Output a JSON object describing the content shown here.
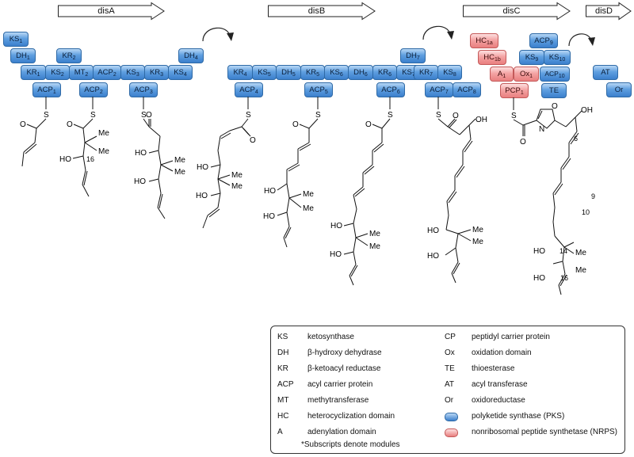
{
  "genes": [
    {
      "id": "disA",
      "label": "disA"
    },
    {
      "id": "disB",
      "label": "disB"
    },
    {
      "id": "disC",
      "label": "disC"
    },
    {
      "id": "disD",
      "label": "disD"
    }
  ],
  "domains": {
    "ks1": {
      "base": "KS",
      "sub": "1"
    },
    "dh1": {
      "base": "DH",
      "sub": "1"
    },
    "kr1": {
      "base": "KR",
      "sub": "1"
    },
    "ks2": {
      "base": "KS",
      "sub": "2"
    },
    "kr2": {
      "base": "KR",
      "sub": "2"
    },
    "mt2": {
      "base": "MT",
      "sub": "2"
    },
    "acp1": {
      "base": "ACP",
      "sub": "1"
    },
    "acp2a": {
      "base": "ACP",
      "sub": "2"
    },
    "ks3": {
      "base": "KS",
      "sub": "3"
    },
    "acp2b": {
      "base": "ACP",
      "sub": "2"
    },
    "kr3": {
      "base": "KR",
      "sub": "3"
    },
    "ks4": {
      "base": "KS",
      "sub": "4"
    },
    "dh4": {
      "base": "DH",
      "sub": "4"
    },
    "acp3": {
      "base": "ACP",
      "sub": "3"
    },
    "kr4": {
      "base": "KR",
      "sub": "4"
    },
    "ks5": {
      "base": "KS",
      "sub": "5"
    },
    "dh5": {
      "base": "DH",
      "sub": "5"
    },
    "kr5": {
      "base": "KR",
      "sub": "5"
    },
    "ks6": {
      "base": "KS",
      "sub": "6"
    },
    "dh6": {
      "base": "DH",
      "sub": "6"
    },
    "kr6": {
      "base": "KR",
      "sub": "6"
    },
    "ks7": {
      "base": "KS",
      "sub": "7"
    },
    "dh7": {
      "base": "DH",
      "sub": "7"
    },
    "kr7": {
      "base": "KR",
      "sub": "7"
    },
    "ks8": {
      "base": "KS",
      "sub": "8"
    },
    "acp4": {
      "base": "ACP",
      "sub": "4"
    },
    "acp5": {
      "base": "ACP",
      "sub": "5"
    },
    "acp6": {
      "base": "ACP",
      "sub": "6"
    },
    "acp7": {
      "base": "ACP",
      "sub": "7"
    },
    "acp8": {
      "base": "ACP",
      "sub": "8"
    },
    "hc1a": {
      "base": "HC",
      "sub": "1a"
    },
    "hc1b": {
      "base": "HC",
      "sub": "1b"
    },
    "a1": {
      "base": "A",
      "sub": "1"
    },
    "ox1": {
      "base": "Ox",
      "sub": "1"
    },
    "pcp1": {
      "base": "PCP",
      "sub": "1"
    },
    "acp9": {
      "base": "ACP",
      "sub": "9"
    },
    "ks9": {
      "base": "KS",
      "sub": "9"
    },
    "ks10": {
      "base": "KS",
      "sub": "10"
    },
    "acp10": {
      "base": "ACP",
      "sub": "10"
    },
    "te": {
      "base": "TE",
      "sub": ""
    },
    "at": {
      "base": "AT",
      "sub": ""
    },
    "or": {
      "base": "Or",
      "sub": ""
    }
  },
  "structure_labels": {
    "S": "S",
    "O": "O",
    "N": "N",
    "HO": "HO",
    "OH": "OH",
    "Me": "Me",
    "n16": "16",
    "n6": "6",
    "n9": "9",
    "n10": "10",
    "n14": "14"
  },
  "legend": {
    "left": [
      {
        "abbr": "KS",
        "desc": "ketosynthase"
      },
      {
        "abbr": "DH",
        "desc": "β-hydroxy dehydrase"
      },
      {
        "abbr": "KR",
        "desc": "β-ketoacyl reductase"
      },
      {
        "abbr": "ACP",
        "desc": "acyl carrier protein"
      },
      {
        "abbr": "MT",
        "desc": "methytransferase"
      },
      {
        "abbr": "HC",
        "desc": "heterocyclization domain"
      },
      {
        "abbr": "A",
        "desc": "adenylation domain"
      }
    ],
    "right": [
      {
        "abbr": "CP",
        "desc": "peptidyl carrier protein"
      },
      {
        "abbr": "Ox",
        "desc": "oxidation domain"
      },
      {
        "abbr": "TE",
        "desc": "thioesterase"
      },
      {
        "abbr": "AT",
        "desc": "acyl transferase"
      },
      {
        "abbr": "Or",
        "desc": "oxidoreductase"
      },
      {
        "abbr": "",
        "desc": "polyketide synthase (PKS)"
      },
      {
        "abbr": "",
        "desc": "nonribosomal peptide synthetase (NRPS)"
      }
    ],
    "note": "*Subscripts denote modules"
  }
}
